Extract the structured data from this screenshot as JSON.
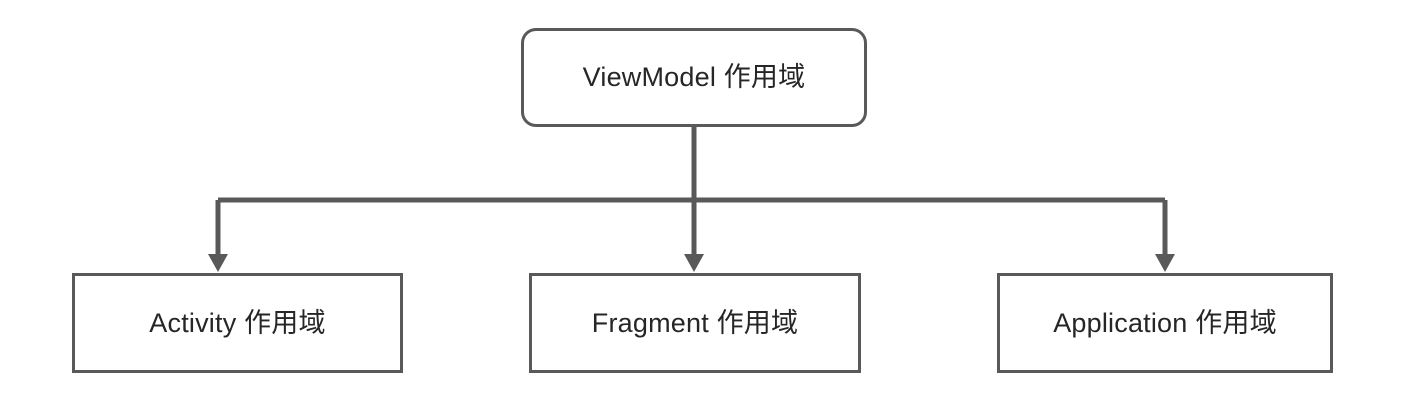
{
  "diagram": {
    "type": "tree",
    "orientation": "top-down",
    "stroke_color": "#595959",
    "text_color": "#262626",
    "background_color": "#ffffff",
    "root": {
      "id": "viewmodel-scope",
      "label": "ViewModel 作用域",
      "shape": "rounded-rectangle"
    },
    "children": [
      {
        "id": "activity-scope",
        "label": "Activity 作用域",
        "shape": "rectangle"
      },
      {
        "id": "fragment-scope",
        "label": "Fragment 作用域",
        "shape": "rectangle"
      },
      {
        "id": "application-scope",
        "label": "Application 作用域",
        "shape": "rectangle"
      }
    ],
    "edges": [
      {
        "from": "viewmodel-scope",
        "to": "activity-scope",
        "style": "elbow",
        "arrow": "solid-triangle"
      },
      {
        "from": "viewmodel-scope",
        "to": "fragment-scope",
        "style": "straight",
        "arrow": "solid-triangle"
      },
      {
        "from": "viewmodel-scope",
        "to": "application-scope",
        "style": "elbow",
        "arrow": "solid-triangle"
      }
    ]
  }
}
